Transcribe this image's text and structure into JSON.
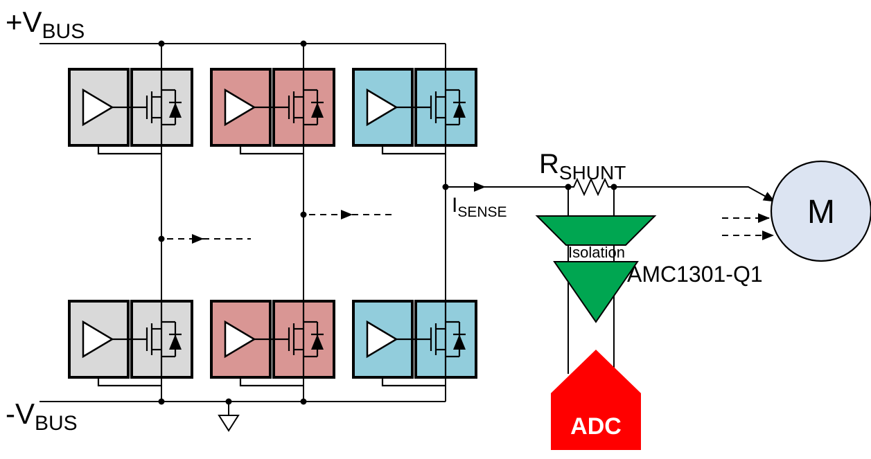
{
  "diagram": {
    "labels": {
      "vbus_pos_main": "+V",
      "vbus_pos_sub": "BUS",
      "vbus_neg_main": "-V",
      "vbus_neg_sub": "BUS",
      "isense_main": "I",
      "isense_sub": "SENSE",
      "rshunt_main": "R",
      "rshunt_sub": "SHUNT",
      "isolation": "Isolation",
      "amplifier": "AMC1301-Q1",
      "adc": "ADC",
      "motor": "M"
    },
    "colors": {
      "phase_a": "#D9D9D9",
      "phase_b": "#D99694",
      "phase_c": "#92CDDC",
      "isolation_green": "#00A651",
      "adc_red": "#FF0000",
      "motor_fill": "#DCE4F2"
    }
  }
}
